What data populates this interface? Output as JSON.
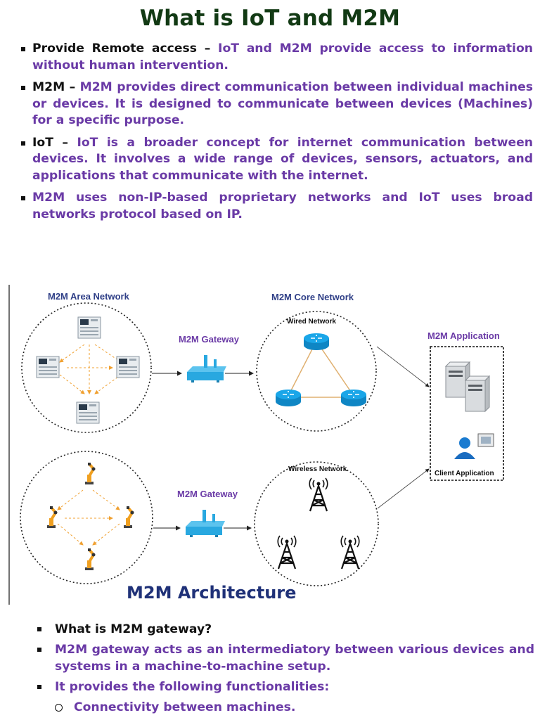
{
  "title": "What is IoT and M2M",
  "top_bullets": [
    {
      "lead": "Provide Remote access –",
      "text": "IoT and M2M provide access to information without human intervention."
    },
    {
      "lead": "M2M –",
      "text": "M2M provides direct communication between individual machines or devices. It is designed to communicate between devices (Machines) for a specific purpose."
    },
    {
      "lead": "IoT –",
      "text": "IoT is a broader concept for internet communication between devices. It involves a wide range of devices, sensors, actuators, and applications that communicate with the internet."
    },
    {
      "lead": "",
      "text": "M2M uses non-IP-based proprietary networks and IoT uses broad networks protocol based on IP."
    }
  ],
  "diagram": {
    "area_network_label": "M2M Area Network",
    "core_network_label": "M2M Core Network",
    "gateway_top_label": "M2M Gateway",
    "gateway_bottom_label": "M2M Gateway",
    "wired_network_label": "Wired Network",
    "wireless_network_label": "Wireless Network",
    "application_label": "M2M Application",
    "client_application_label": "Client Application",
    "architecture_title": "M2M Architecture",
    "colors": {
      "heading": "#2f3f87",
      "label": "#6a3aa6",
      "router": "#1aa6e8",
      "gateway": "#29a8e0",
      "arrow": "#f0a030"
    }
  },
  "bottom_bullets": [
    {
      "text": "What is M2M gateway?",
      "style": "dark"
    },
    {
      "text": "M2M gateway acts as an intermediatory between various devices and systems in a machine-to-machine setup.",
      "style": "purple"
    },
    {
      "text": "It provides the following functionalities:",
      "style": "purple"
    }
  ],
  "sub_bullets": [
    {
      "text": "Connectivity between machines."
    }
  ]
}
